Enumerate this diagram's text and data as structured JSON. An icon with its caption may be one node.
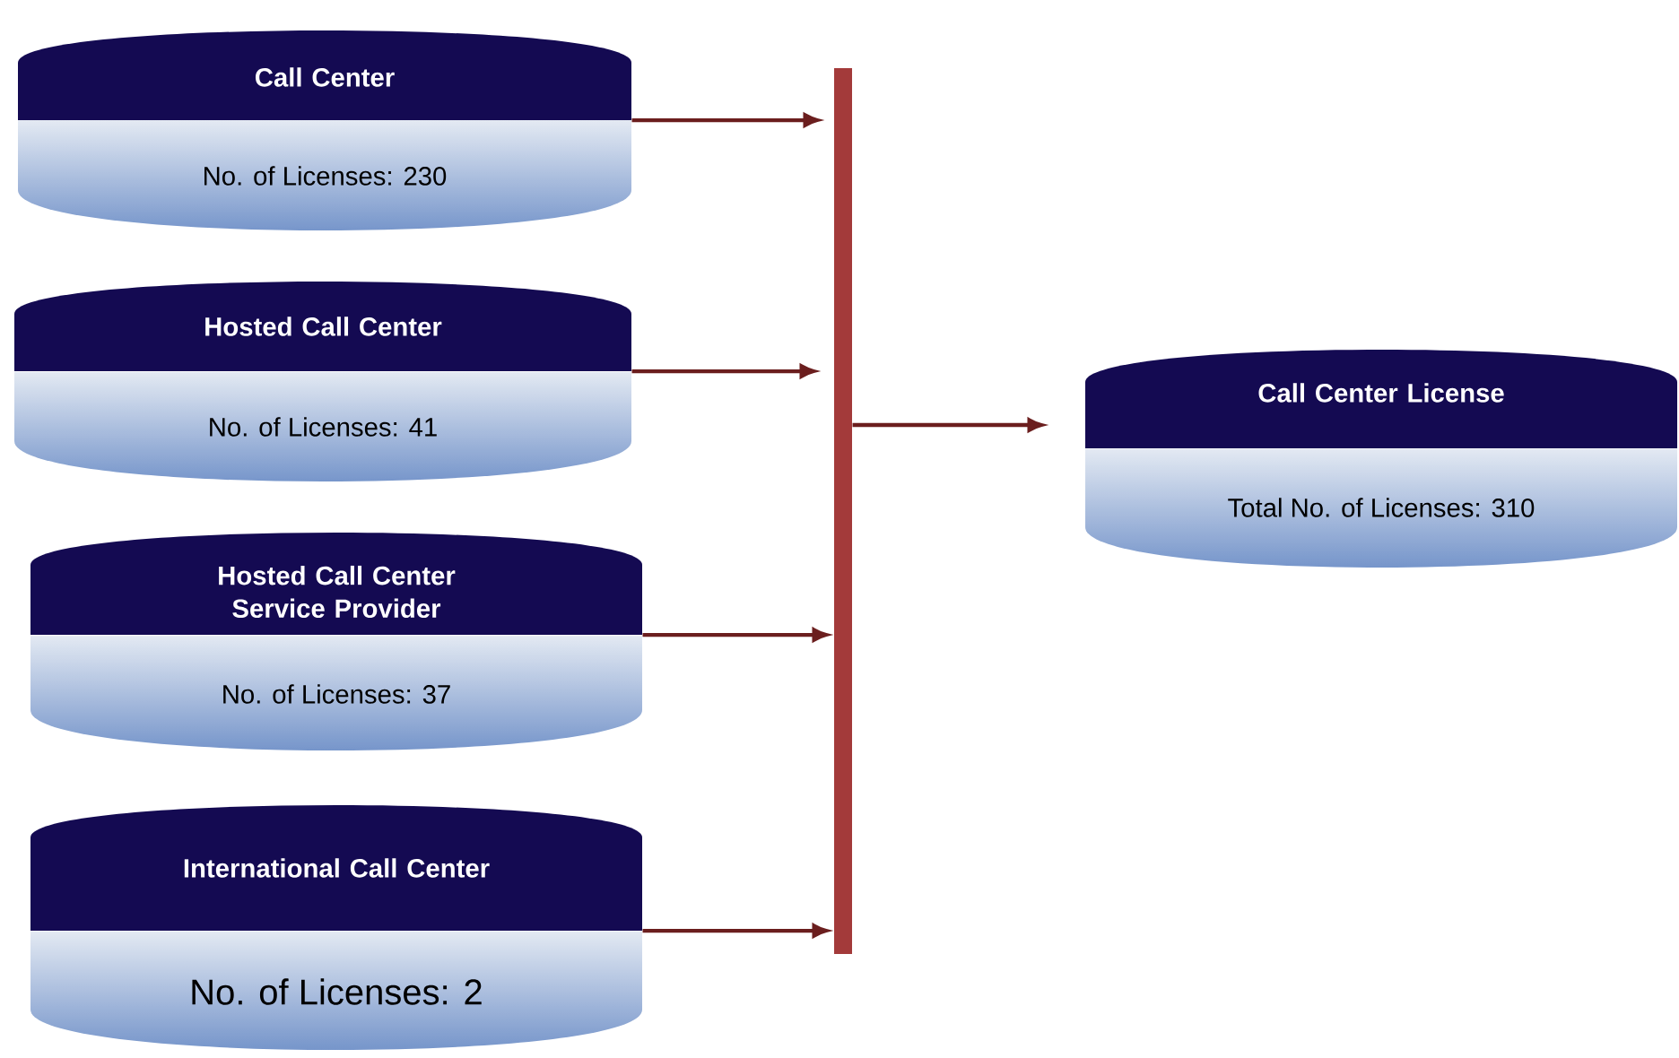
{
  "diagram": {
    "nodes": [
      {
        "text": [
          "Call Center",
          "No. of Licenses: 230"
        ]
      },
      {
        "text": [
          "Hosted Call Center",
          "No. of Licenses: 41"
        ]
      },
      {
        "text": [
          "Hosted Call Center Service Provider",
          "No. of Licenses: 37"
        ]
      },
      {
        "text": [
          "International Call Center",
          "No. of Licenses: 2"
        ]
      },
      {
        "text": [],
        "shape": "bar"
      },
      {
        "text": [
          "Call Center License",
          "Total No. of Licenses: 310"
        ]
      }
    ],
    "edges": [
      {
        "from": 0,
        "to": 4,
        "arrow": "to"
      },
      {
        "from": 1,
        "to": 4,
        "arrow": "to"
      },
      {
        "from": 2,
        "to": 4,
        "arrow": "to"
      },
      {
        "from": 3,
        "to": 4,
        "arrow": "to"
      },
      {
        "from": 4,
        "to": 5,
        "arrow": "to"
      }
    ]
  }
}
